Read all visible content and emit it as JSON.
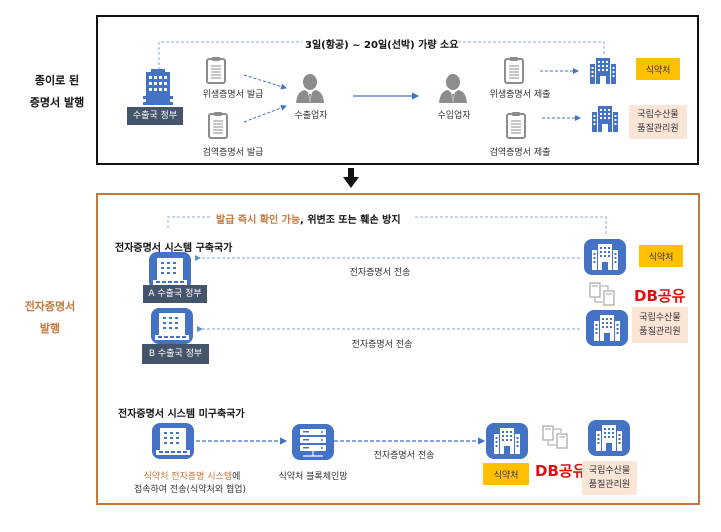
{
  "colors": {
    "paper_border": "#111111",
    "electronic_border": "#c5773a",
    "icon_blue": "#4472c4",
    "gov_label_bg": "#44546a",
    "mfds_bg": "#ffc000",
    "nfqs_bg": "#fbe5d6",
    "db_red": "#e01010",
    "highlight_orange": "#c5773a"
  },
  "paper": {
    "side_label_line1": "종이로 된",
    "side_label_line2": "증명서 발행",
    "duration_note": "3일(항공) ~ 20일(선박) 가량 소요",
    "exporting_gov": "수출국 정부",
    "sanitary_issue": "위생증명서 발급",
    "quarantine_issue": "검역증명서 발급",
    "exporter": "수출업자",
    "importer": "수입업자",
    "sanitary_submit": "위생증명서 제출",
    "quarantine_submit": "검역증명서 제출",
    "mfds": "식약처",
    "nfqs_line1": "국립수산물",
    "nfqs_line2": "품질관리원"
  },
  "electronic": {
    "side_label_line1": "전자증명서",
    "side_label_line2": "발행",
    "benefit_highlight": "발급 즉시 확인 가능",
    "benefit_rest": ", 위변조 또는 훼손 방지",
    "built_heading": "전자증명서 시스템 구축국가",
    "gov_a": "A 수출국 정부",
    "gov_b": "B 수출국 정부",
    "transmit_a": "전자증명서 전송",
    "transmit_b": "전자증명서 전송",
    "mfds": "식약처",
    "db_share": "DB공유",
    "nfqs_line1": "국립수산물",
    "nfqs_line2": "품질관리원",
    "unbuilt_heading": "전자증명서 시스템 미구축국가",
    "access_highlight": "식약처 전자증명 시스템",
    "access_suffix": "에",
    "access_line2": "접속하여 전송(식약처와 협업)",
    "blockchain": "식약처 블록체인망",
    "transmit_c": "전자증명서 전송",
    "mfds_2": "식약처",
    "db_share_2": "DB공유",
    "nfqs2_line1": "국립수산물",
    "nfqs2_line2": "품질관리원"
  },
  "icons": {
    "building": "building-icon",
    "clipboard": "clipboard-icon",
    "person": "businessman-icon",
    "server": "server-icon",
    "db_sync": "database-sync-icon",
    "down_arrow": "down-arrow-icon"
  }
}
